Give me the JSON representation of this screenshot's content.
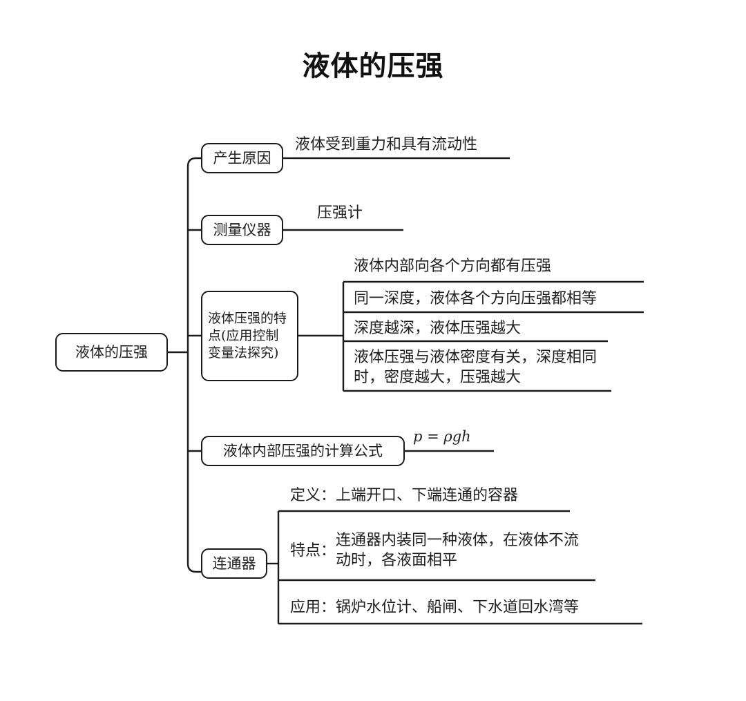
{
  "title": "液体的压强",
  "root": {
    "label": "液体的压强"
  },
  "branches": [
    {
      "key": "cause",
      "label": "产生原因",
      "leaf": "液体受到重力和具有流动性"
    },
    {
      "key": "instrument",
      "label": "测量仪器",
      "leaf": "压强计"
    },
    {
      "key": "features",
      "label": "液体压强的特点(应用控制变量法探究)",
      "items": [
        "液体内部向各个方向都有压强",
        "同一深度，液体各个方向压强都相等",
        "深度越深，液体压强越大",
        "液体压强与液体密度有关，深度相同时，密度越大，压强越大"
      ]
    },
    {
      "key": "formula",
      "label": "液体内部压强的计算公式",
      "leaf": "p = ρgh"
    },
    {
      "key": "vessel",
      "label": "连通器",
      "items": [
        {
          "label": "定义：",
          "text": "上端开口、下端连通的容器"
        },
        {
          "label": "特点：",
          "text": "连通器内装同一种液体，在液体不流动时，各液面相平"
        },
        {
          "label": "应用：",
          "text": "锅炉水位计、船闸、下水道回水湾等"
        }
      ]
    }
  ],
  "colors": {
    "ink": "#1a1a1a",
    "background": "#ffffff"
  }
}
